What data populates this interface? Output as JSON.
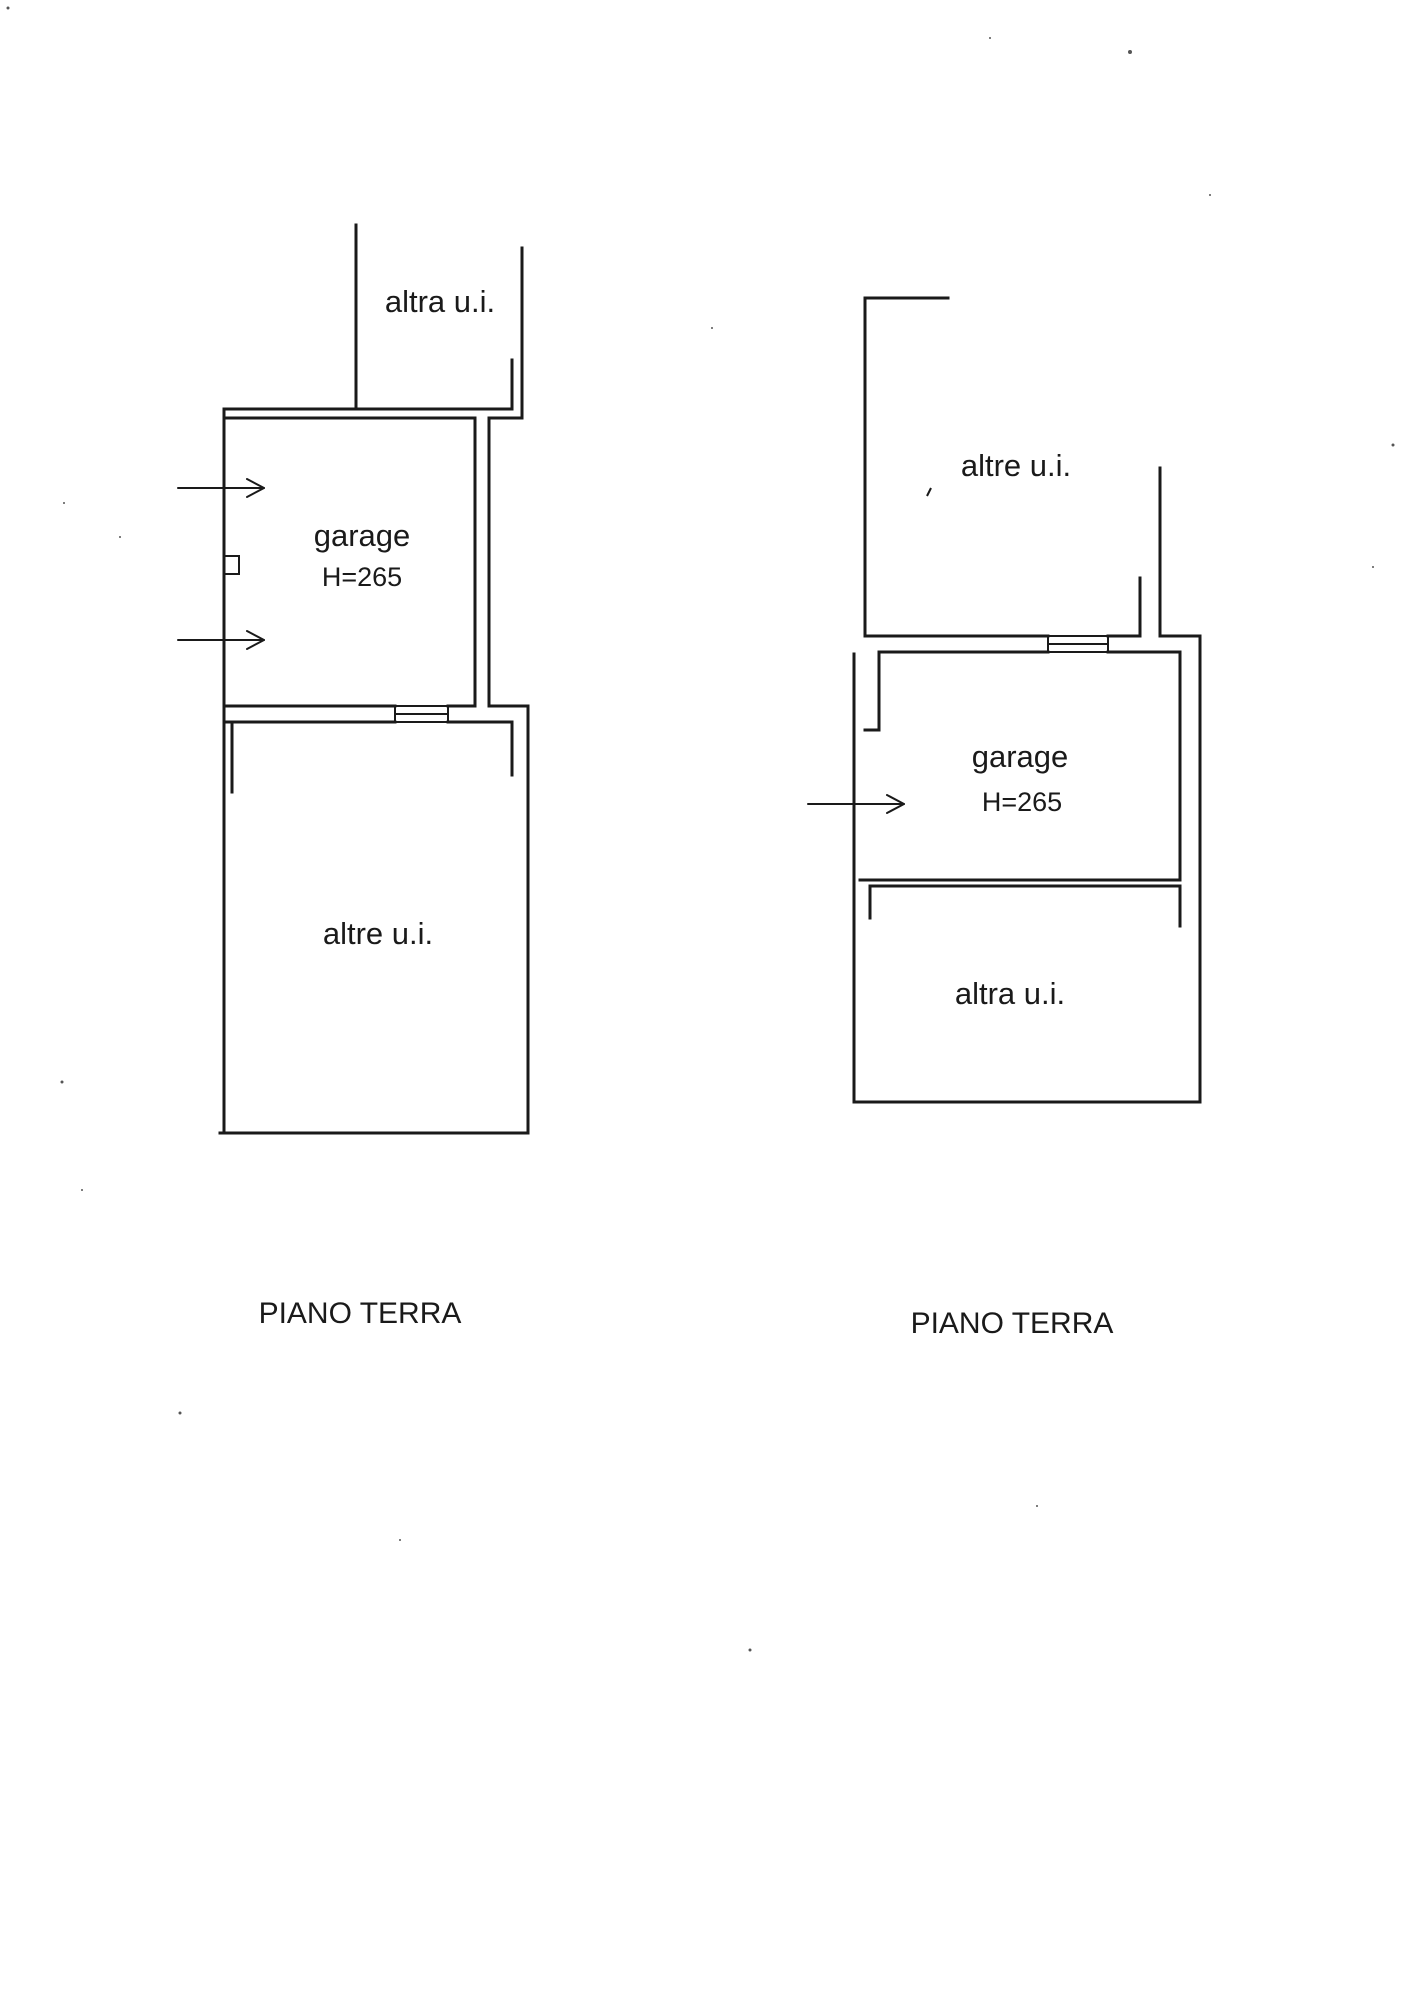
{
  "plans": [
    {
      "rooms": {
        "top_other": "altra u.i.",
        "garage": "garage",
        "garage_height": "H=265",
        "bottom_other": "altre u.i."
      },
      "floor_label": "PIANO TERRA"
    },
    {
      "rooms": {
        "top_other": "altre u.i.",
        "garage": "garage",
        "garage_height": "H=265",
        "bottom_other": "altra u.i."
      },
      "floor_label": "PIANO TERRA"
    }
  ],
  "colors": {
    "ink": "#1a1a1a",
    "paper": "#ffffff"
  }
}
